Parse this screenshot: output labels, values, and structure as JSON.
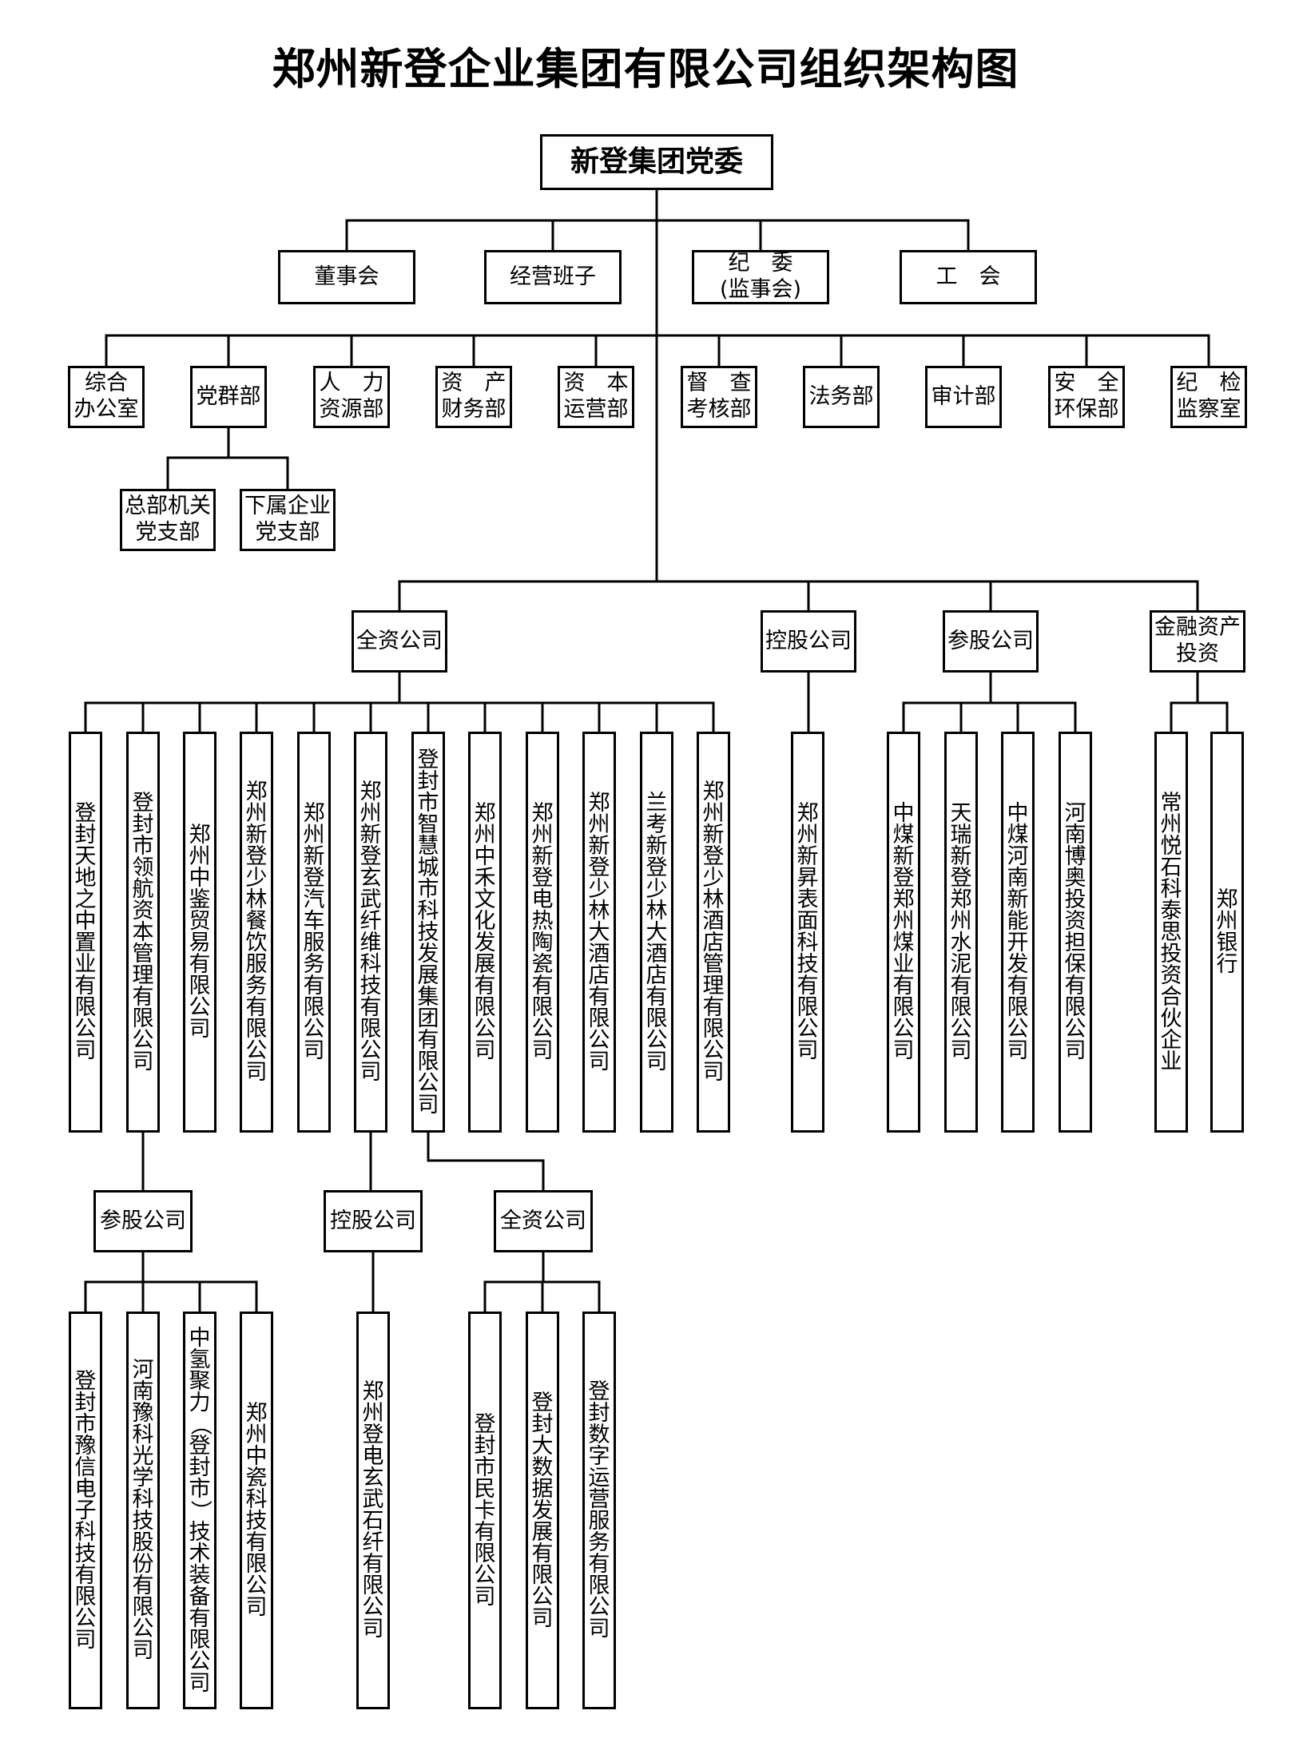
{
  "title": "郑州新登企业集团有限公司组织架构图",
  "root": "新登集团党委",
  "leadership": [
    "董事会",
    "经营班子",
    "纪　委\n(监事会)",
    "工　会"
  ],
  "departments": [
    "综合\n办公室",
    "党群部",
    "人　力\n资源部",
    "资　产\n财务部",
    "资　本\n运营部",
    "督　查\n考核部",
    "法务部",
    "审计部",
    "安　全\n环保部",
    "纪　检\n监察室"
  ],
  "party_branches": [
    "总部机关\n党支部",
    "下属企业\n党支部"
  ],
  "groups": [
    "全资公司",
    "控股公司",
    "参股公司",
    "金融资产\n投资"
  ],
  "wholly_owned": [
    "登封天地之中置业有限公司",
    "登封市领航资本管理有限公司",
    "郑州中鉴贸易有限公司",
    "郑州新登少林餐饮服务有限公司",
    "郑州新登汽车服务有限公司",
    "郑州新登玄武纤维科技有限公司",
    "登封市智慧城市科技发展集团有限公司",
    "郑州中禾文化发展有限公司",
    "郑州新登电热陶瓷有限公司",
    "郑州新登少林大酒店有限公司",
    "兰考新登少林大酒店有限公司",
    "郑州新登少林酒店管理有限公司"
  ],
  "holding": [
    "郑州新昇表面科技有限公司"
  ],
  "participating": [
    "中煤新登郑州煤业有限公司",
    "天瑞新登郑州水泥有限公司",
    "中煤河南新能开发有限公司",
    "河南博奥投资担保有限公司"
  ],
  "financial": [
    "常州悦石科泰思投资合伙企业",
    "郑州银行"
  ],
  "sub_groups": [
    "参股公司",
    "控股公司",
    "全资公司"
  ],
  "lh_participating": [
    "登封市豫信电子科技有限公司",
    "河南豫科光学科技股份有限公司",
    "中氢聚力（登封市）技术装备有限公司",
    "郑州中瓷科技有限公司"
  ],
  "xw_holding": [
    "郑州登电玄武石纤有限公司"
  ],
  "zh_wholly_owned": [
    "登封市民卡有限公司",
    "登封大数据发展有限公司",
    "登封数字运营服务有限公司"
  ]
}
